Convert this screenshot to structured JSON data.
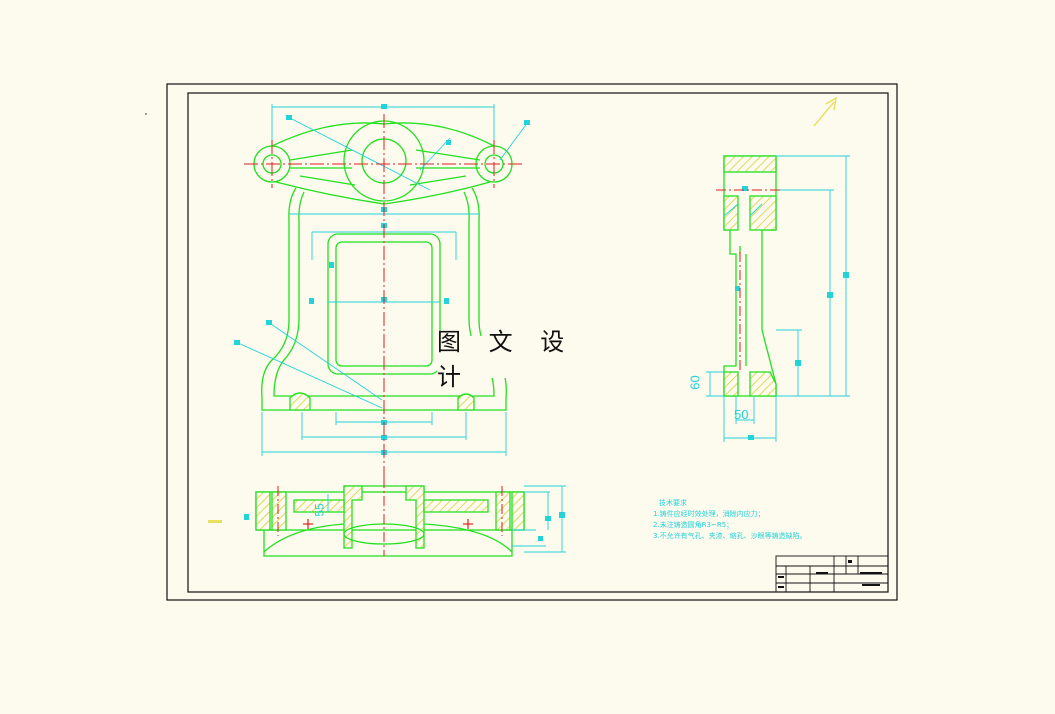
{
  "watermark": "图 文 设 计",
  "dimensions": {
    "side_height": "60",
    "side_width": "50",
    "bottom_height": "55"
  },
  "tech_notes": {
    "title": "技术要求",
    "lines": [
      "1.铸件应经时效处理，消除内应力；",
      "2.未注铸造圆角R3~R5；",
      "3.不允许有气孔、夹渣、缩孔、沙眼等铸造缺陷。"
    ]
  },
  "colors": {
    "background": "#fdfaee",
    "frame": "#111111",
    "outline": "#22e020",
    "dimension": "#22d3d8",
    "centerline": "#e02020",
    "hatch": "#e8e060"
  }
}
